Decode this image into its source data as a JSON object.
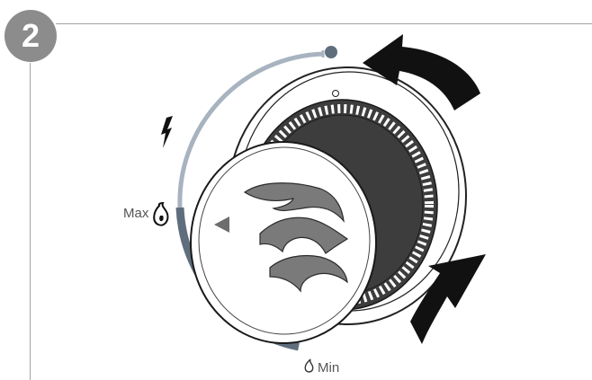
{
  "step": {
    "number": "2"
  },
  "scale": {
    "max_label": "Max",
    "min_label": "Min"
  },
  "icons": {
    "max": "flame-icon",
    "min": "small-flame-icon",
    "spark": "lightning-icon",
    "knob": "flame-symbol-icon",
    "pointer": "triangle-pointer-icon",
    "press": "press-arrow-icon",
    "turn": "turn-arrow-icon",
    "start": "start-dot-icon"
  },
  "colors": {
    "badge": "#8c8c8c",
    "rule": "#a3a3a3",
    "arc_light": "#a7b3bf",
    "arc_dark": "#5f6e7d",
    "arrow": "#111111",
    "flame": "#7a7a7a"
  }
}
